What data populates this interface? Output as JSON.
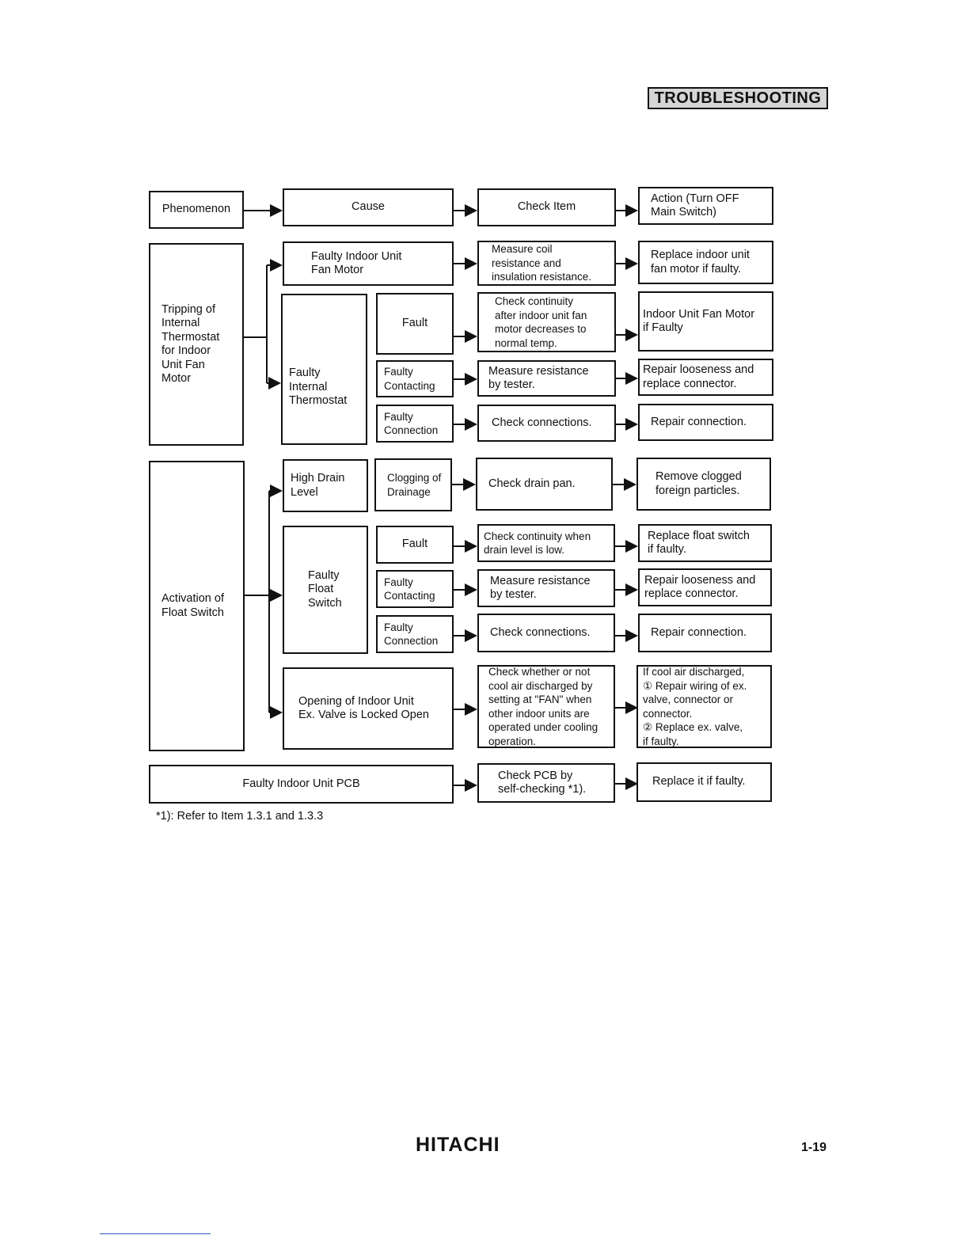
{
  "header": {
    "badge": "TROUBLESHOOTING"
  },
  "columns": {
    "phenomenon": "Phenomenon",
    "cause": "Cause",
    "check_item": "Check Item",
    "action": "Action (Turn OFF\nMain Switch)"
  },
  "group1": {
    "phenomenon": "Tripping of\nInternal\nThermostat\nfor Indoor\nUnit Fan\nMotor",
    "cause_fan_motor": "Faulty Indoor Unit\nFan Motor",
    "check_fan_motor": "Measure coil\nresistance and\ninsulation resistance.",
    "action_fan_motor": "Replace indoor unit\nfan motor if faulty.",
    "cause_thermostat": "Faulty\nInternal\nThermostat",
    "sub_fault": "Fault",
    "check_fault": "Check continuity\nafter indoor unit fan\nmotor decreases to\nnormal temp.",
    "action_fault": "Indoor Unit Fan Motor\nif Faulty",
    "sub_contacting": "Faulty\nContacting",
    "check_contacting": "Measure resistance\nby tester.",
    "action_contacting": "Repair looseness and\nreplace connector.",
    "sub_connection": "Faulty\nConnection",
    "check_connection": "Check connections.",
    "action_connection": "Repair connection."
  },
  "group2": {
    "phenomenon": "Activation of\nFloat Switch",
    "cause_high_drain": "High Drain\nLevel",
    "sub_clogging": "Clogging of\nDrainage",
    "check_clogging": "Check drain pan.",
    "action_clogging": "Remove clogged\nforeign particles.",
    "cause_float": "Faulty\nFloat\nSwitch",
    "sub_fault": "Fault",
    "check_fault": "Check continuity when\ndrain level is low.",
    "action_fault": "Replace float switch\nif faulty.",
    "sub_contacting": "Faulty\nContacting",
    "check_contacting": "Measure resistance\nby tester.",
    "action_contacting": "Repair looseness and\nreplace connector.",
    "sub_connection": "Faulty\nConnection",
    "check_connection": "Check connections.",
    "action_connection": "Repair connection.",
    "cause_valve": "Opening of Indoor Unit\nEx. Valve is Locked Open",
    "check_valve": "Check whether or not\ncool air discharged by\nsetting at \"FAN\" when\nother indoor units are\noperated under cooling\noperation.",
    "action_valve": "If cool air discharged,\n① Repair wiring of ex.\n    valve, connector or\n    connector.\n② Replace ex. valve,\n    if faulty."
  },
  "group3": {
    "cause_pcb": "Faulty Indoor Unit PCB",
    "check_pcb": "Check PCB by\nself-checking *1).",
    "action_pcb": "Replace it if faulty."
  },
  "footnote": "*1):  Refer to Item 1.3.1 and 1.3.3",
  "footer": {
    "brand": "HITACHI",
    "page": "1-19"
  }
}
